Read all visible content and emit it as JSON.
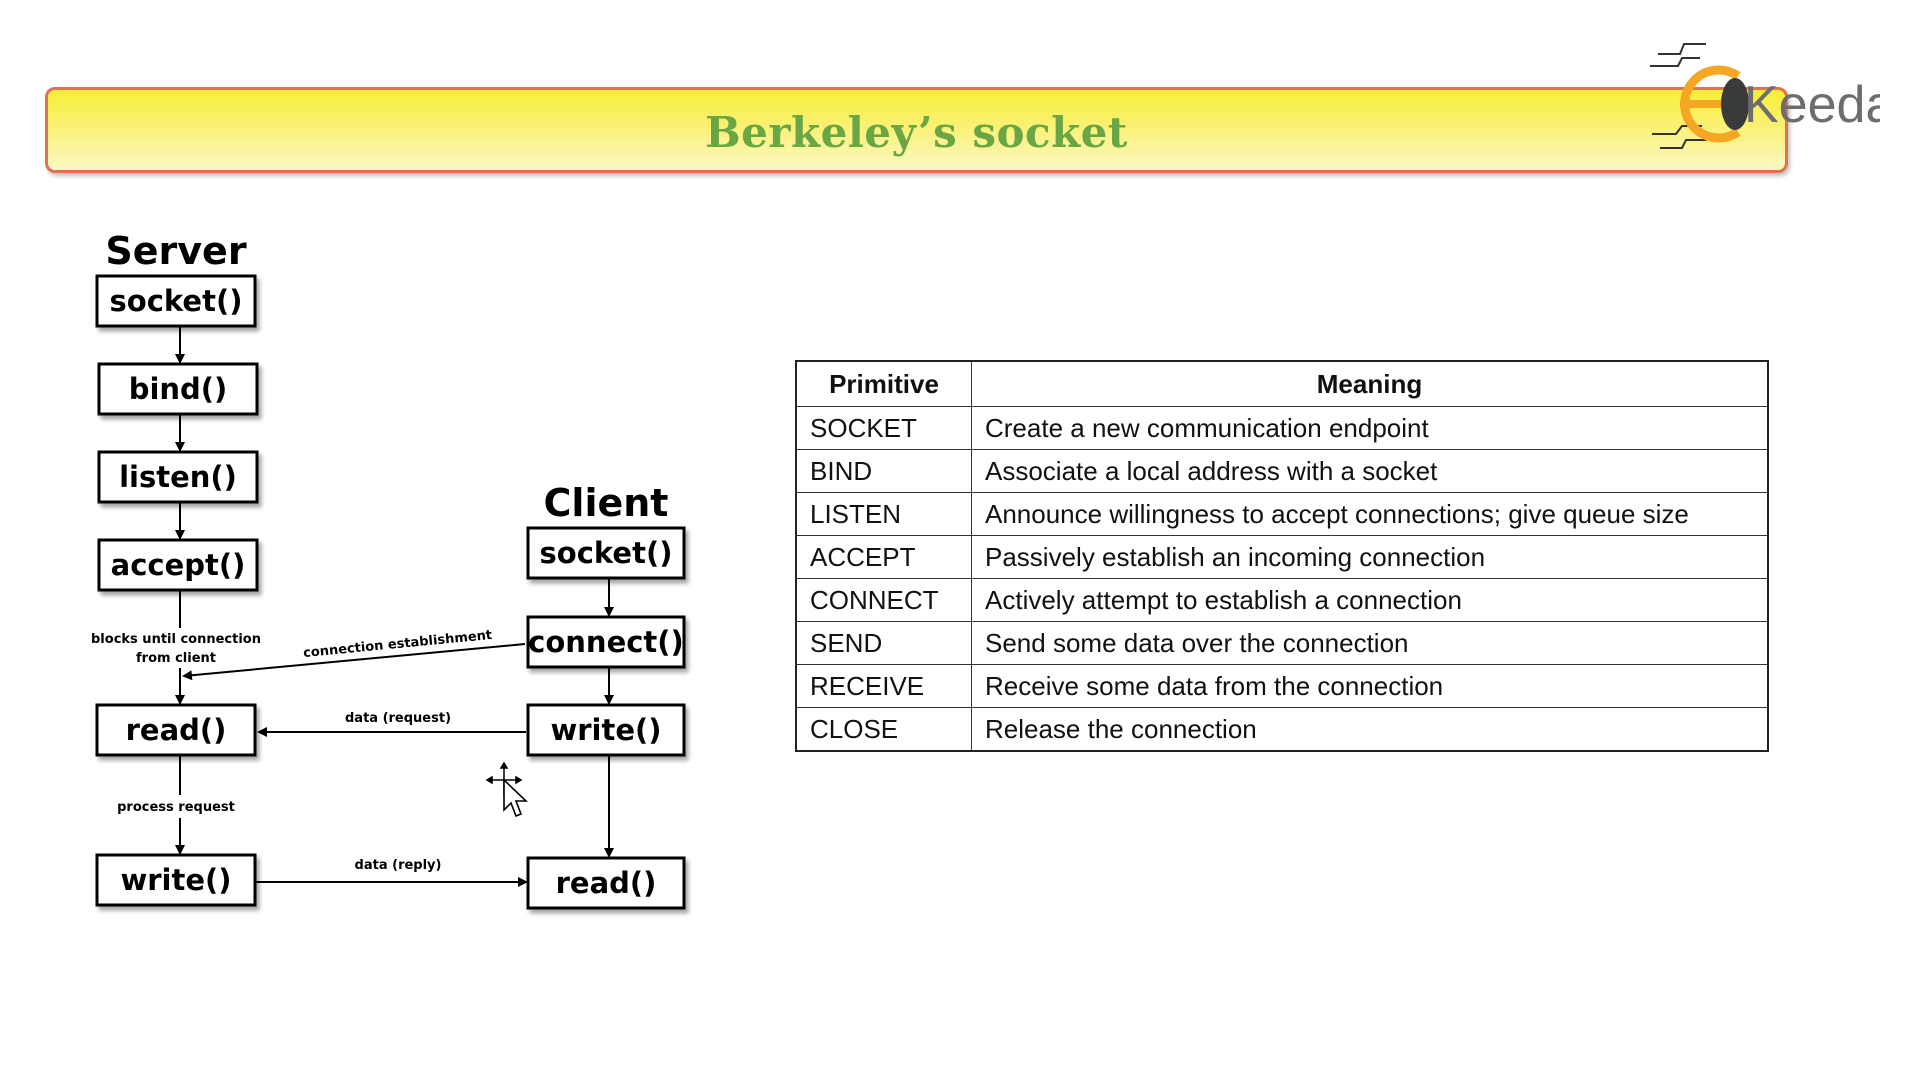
{
  "title": "Berkeley’s socket",
  "logo": {
    "text": "Keeda",
    "prefix_glyph": "E",
    "brand_colors": {
      "ring": "#f5a623",
      "text": "#6d6d6d",
      "bug": "#3a3a3a"
    }
  },
  "banner": {
    "border_color": "#e2724f",
    "fill_color": "#f9f05c",
    "title_color": "#6aa643"
  },
  "diagram": {
    "server_heading": "Server",
    "client_heading": "Client",
    "server_boxes": [
      "socket()",
      "bind()",
      "listen()",
      "accept()",
      "read()",
      "write()"
    ],
    "client_boxes": [
      "socket()",
      "connect()",
      "write()",
      "read()"
    ],
    "edge_labels": {
      "blocks_line1": "blocks until connection",
      "blocks_line2": "from client",
      "connection": "connection establishment",
      "data_request": "data (request)",
      "process": "process request",
      "data_reply": "data (reply)"
    }
  },
  "table": {
    "headers": [
      "Primitive",
      "Meaning"
    ],
    "rows": [
      {
        "primitive": "SOCKET",
        "meaning": "Create a new communication endpoint"
      },
      {
        "primitive": "BIND",
        "meaning": "Associate a local address with a socket"
      },
      {
        "primitive": "LISTEN",
        "meaning": "Announce willingness to accept connections; give queue size"
      },
      {
        "primitive": "ACCEPT",
        "meaning": "Passively establish an incoming connection"
      },
      {
        "primitive": "CONNECT",
        "meaning": "Actively attempt to establish a connection"
      },
      {
        "primitive": "SEND",
        "meaning": "Send some data over the connection"
      },
      {
        "primitive": "RECEIVE",
        "meaning": "Receive some data from the connection"
      },
      {
        "primitive": "CLOSE",
        "meaning": "Release the connection"
      }
    ]
  },
  "cursor": {
    "icon": "move-cursor-icon"
  }
}
